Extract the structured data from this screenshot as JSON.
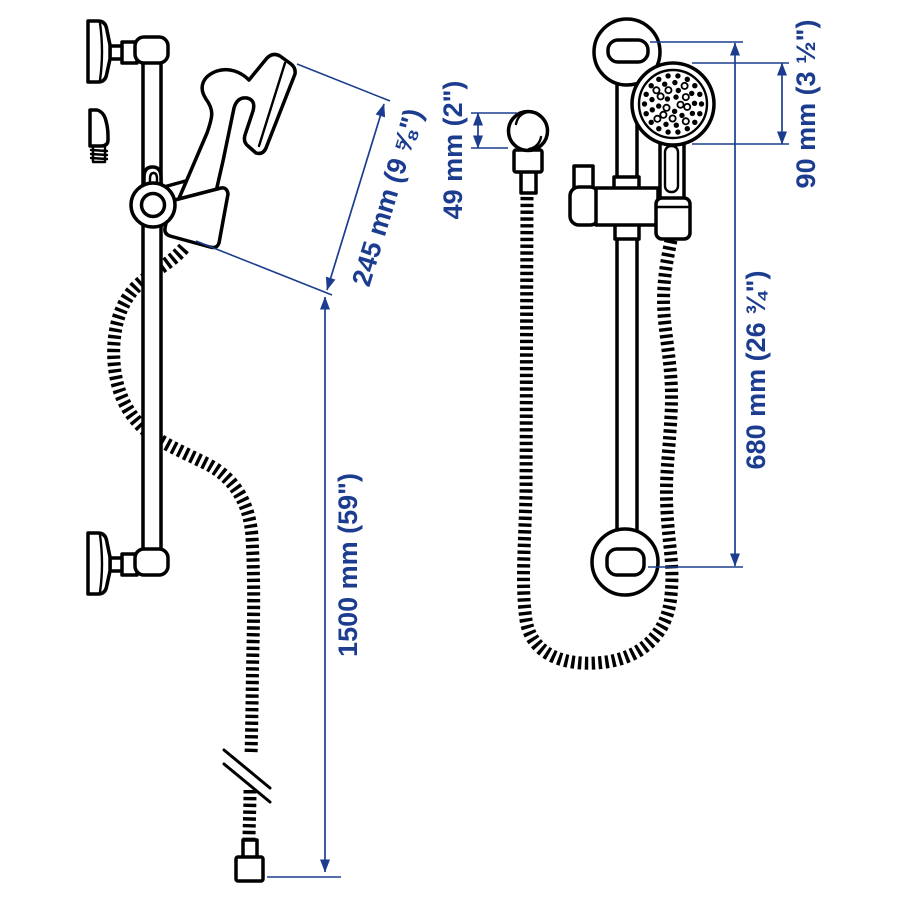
{
  "palette": {
    "background": "#ffffff",
    "line_art": "#000000",
    "dimension_blue": "#1c3d8f"
  },
  "dimensions": {
    "handset_length": "245 mm (9 ⅝\")",
    "hose_length": "1500 mm (59\")",
    "outlet_diameter": "49 mm (2\")",
    "head_diameter": "90 mm (3 ½\")",
    "rail_length": "680 mm (26 ¾\")"
  },
  "views": {
    "side": {
      "name": "side-view",
      "parts": [
        "wall-bracket-top",
        "wall-plug",
        "riser-rail",
        "holder-hook",
        "holder-knob",
        "handheld-shower",
        "ribbed-hose",
        "hose-break-marks",
        "hose-connector",
        "wall-bracket-bottom"
      ]
    },
    "front": {
      "name": "front-view",
      "parts": [
        "wall-mount-top",
        "riser-rail",
        "shower-head-face",
        "spray-holes",
        "slider-clamp",
        "clamp-lever",
        "handle-holder-cup",
        "shower-handle",
        "ribbed-hose",
        "wall-outlet-ball",
        "outlet-nut",
        "wall-mount-bottom"
      ]
    }
  }
}
